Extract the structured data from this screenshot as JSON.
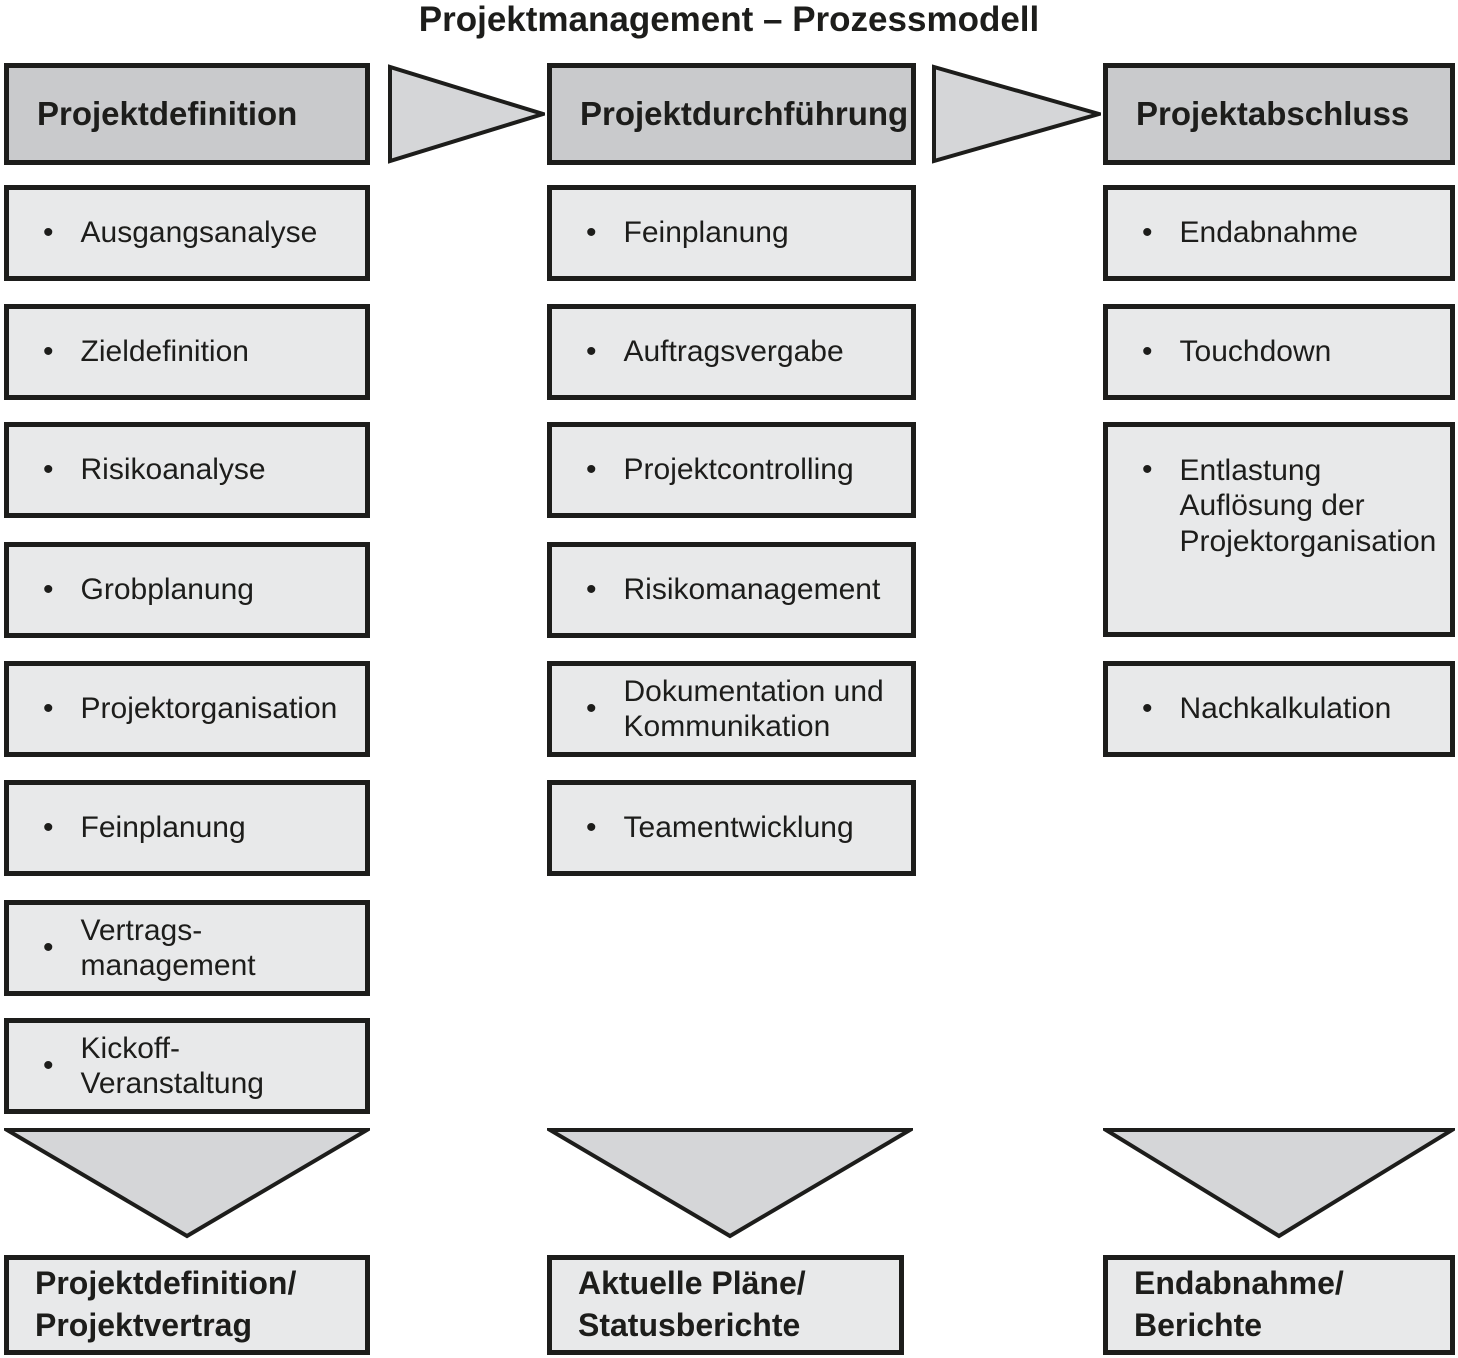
{
  "title": "Projektmanagement – Prozessmodell",
  "bullet": "•",
  "colors": {
    "header_fill": "#c9cacc",
    "item_fill": "#e8e9ea",
    "arrow_fill": "#d5d6d8",
    "border": "#1d1d1b"
  },
  "columns": [
    {
      "header": "Projektdefinition",
      "items": [
        "Ausgangsanalyse",
        "Zieldefinition",
        "Risikoanalyse",
        "Grobplanung",
        "Projektorganisation",
        "Feinplanung",
        "Vertrags-\nmanagement",
        "Kickoff-\nVeranstaltung"
      ],
      "footer": "Projektdefinition/\nProjektvertrag"
    },
    {
      "header": "Projektdurchführung",
      "items": [
        "Feinplanung",
        "Auftragsvergabe",
        "Projektcontrolling",
        "Risikomanagement",
        "Dokumentation und\nKommunikation",
        "Teamentwicklung"
      ],
      "footer": "Aktuelle Pläne/\nStatusberichte"
    },
    {
      "header": "Projektabschluss",
      "items": [
        "Endabnahme",
        "Touchdown",
        "Entlastung\nAuflösung der\nProjektorganisation",
        "Nachkalkulation"
      ],
      "footer": "Endabnahme/\nBerichte"
    }
  ]
}
